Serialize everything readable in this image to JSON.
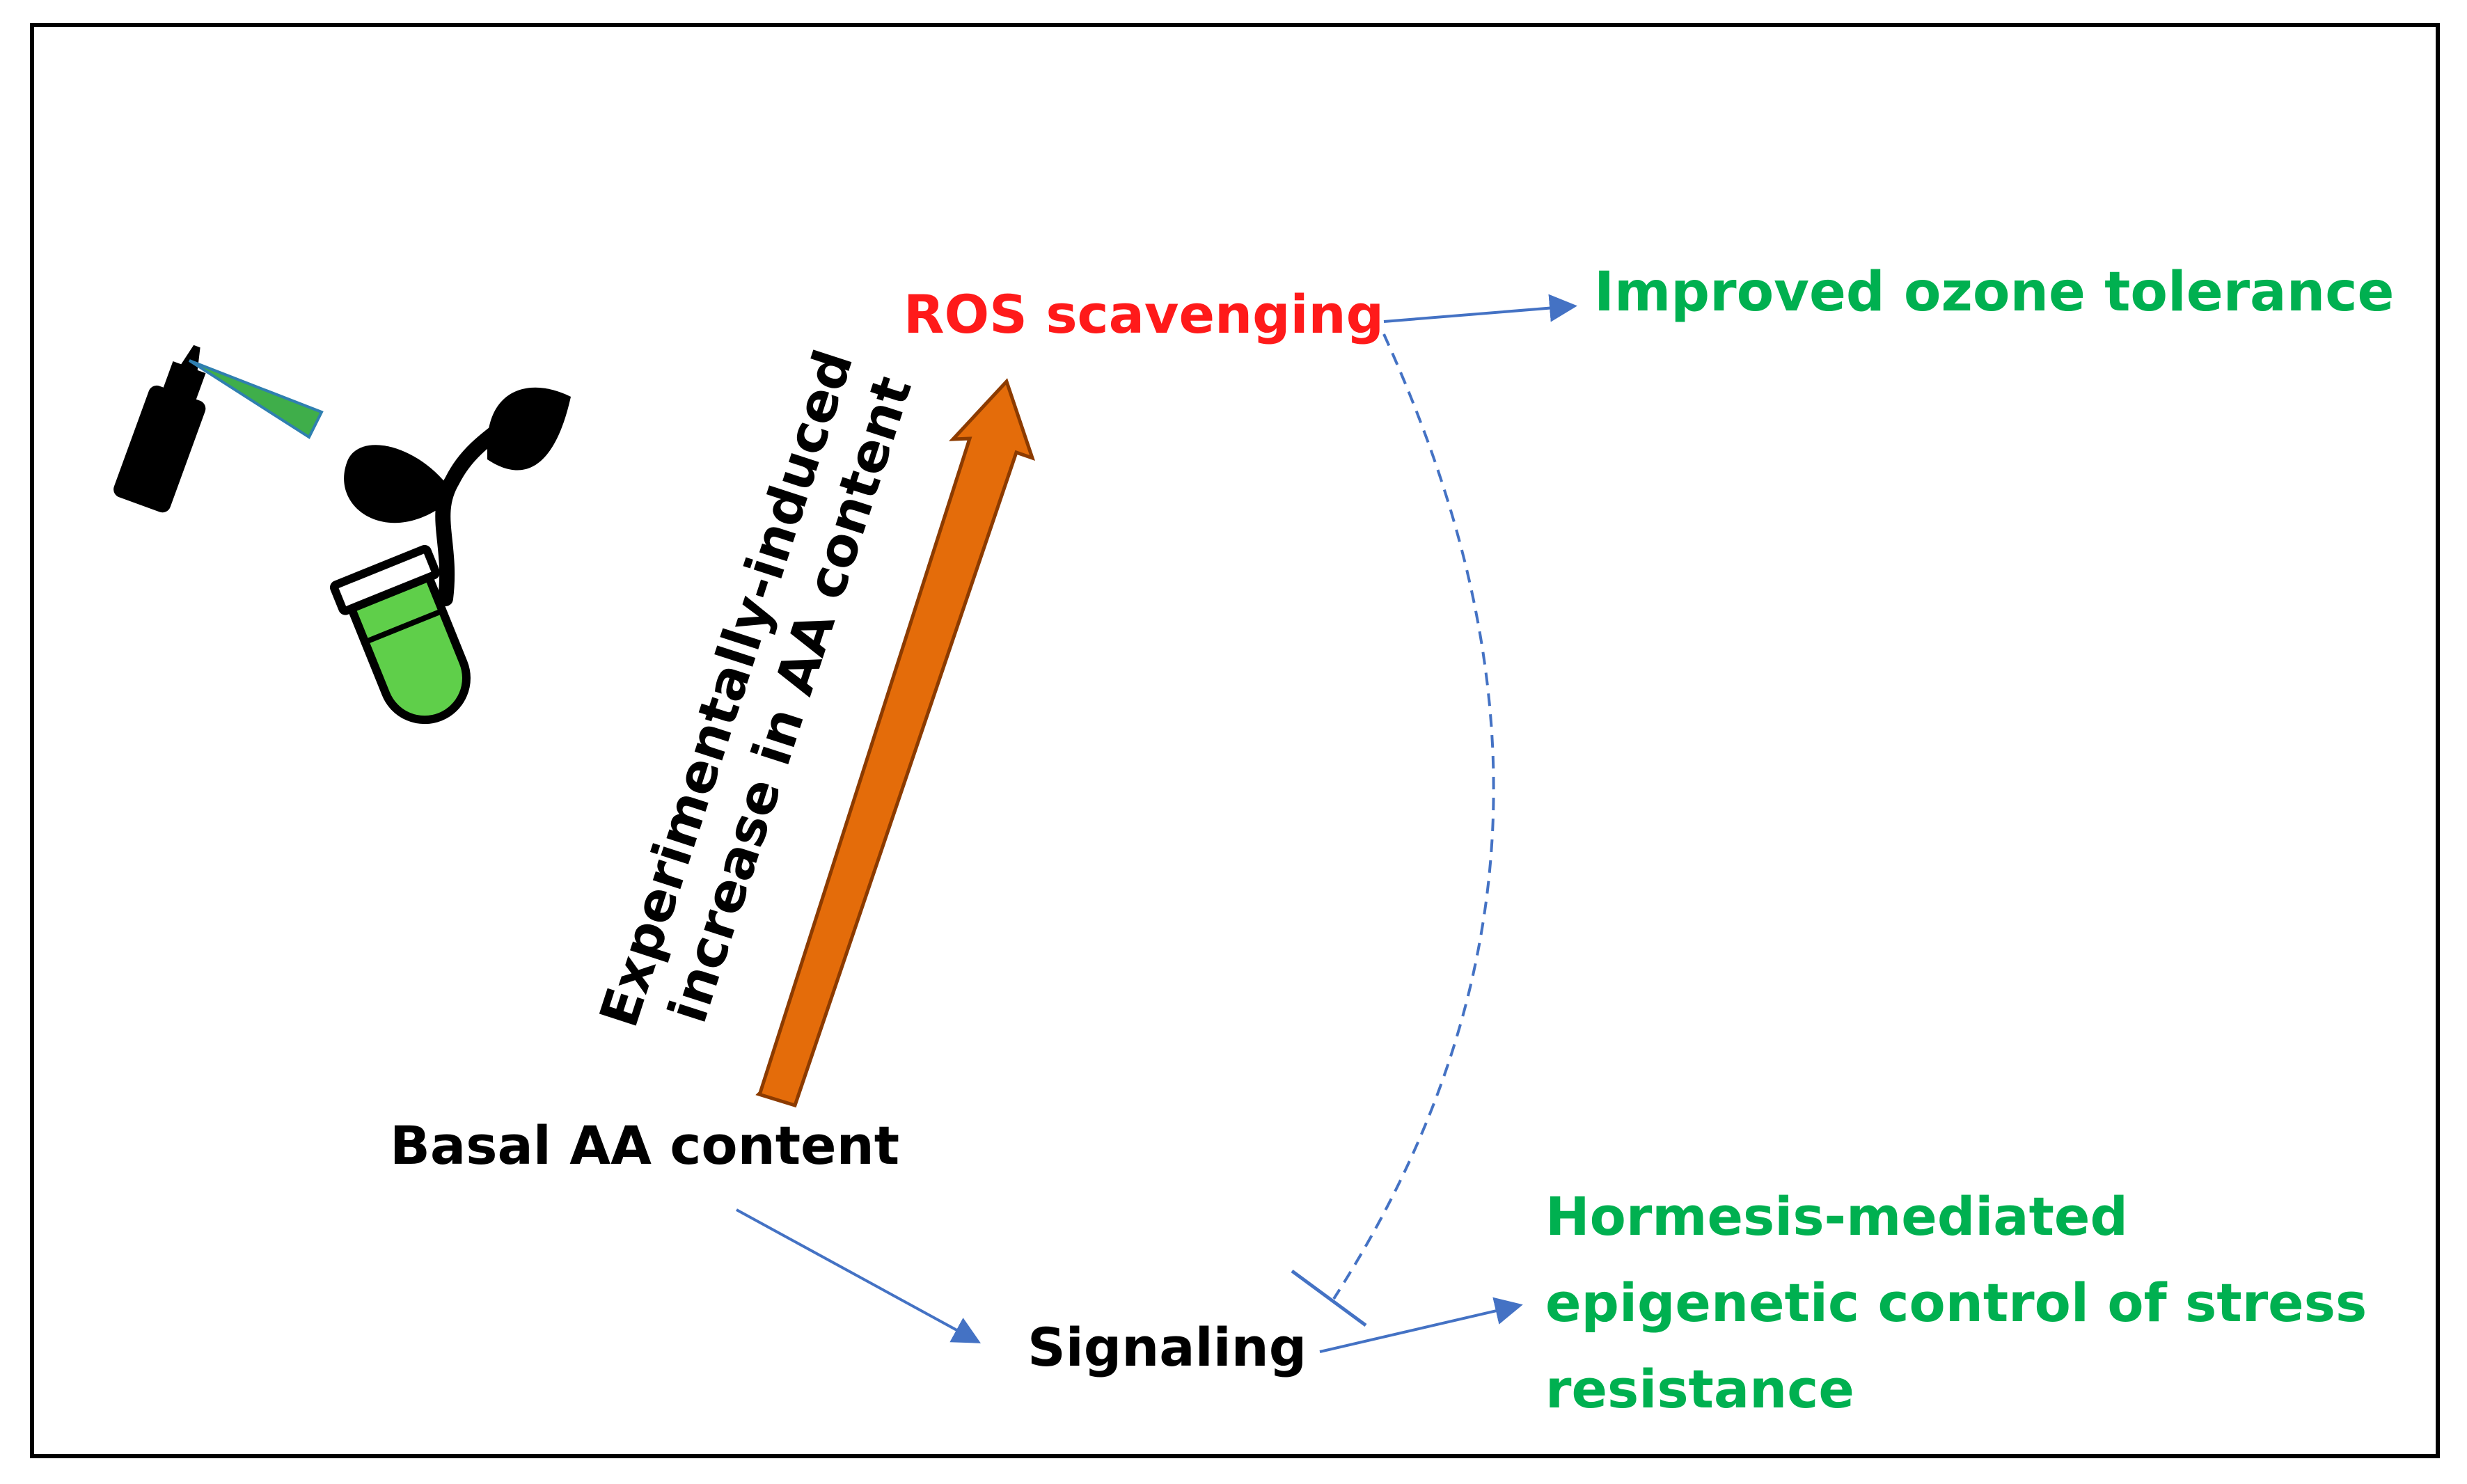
{
  "labels": {
    "ros_scavenging": "ROS scavenging",
    "improved_ozone_tolerance": "Improved ozone tolerance",
    "rotated_line1": "Experimentally-induced",
    "rotated_line2": "increase in AA content",
    "basal_aa_content": "Basal AA content",
    "signaling": "Signaling",
    "hormesis_line1": "Hormesis-mediated",
    "hormesis_line2": "epigenetic control of stress",
    "hormesis_line3": "resistance"
  },
  "colors": {
    "red_text": "#ff1a1a",
    "green_text": "#00b050",
    "black_text": "#000000",
    "arrow_blue": "#4472c4",
    "thick_arrow": "#e46c0a",
    "plant_pot": "#5fcf4a",
    "spray": "#3fae4a",
    "frame": "#000000"
  },
  "icons": {
    "spray_bottle": "spray-bottle-icon",
    "seedling": "seedling-icon"
  }
}
